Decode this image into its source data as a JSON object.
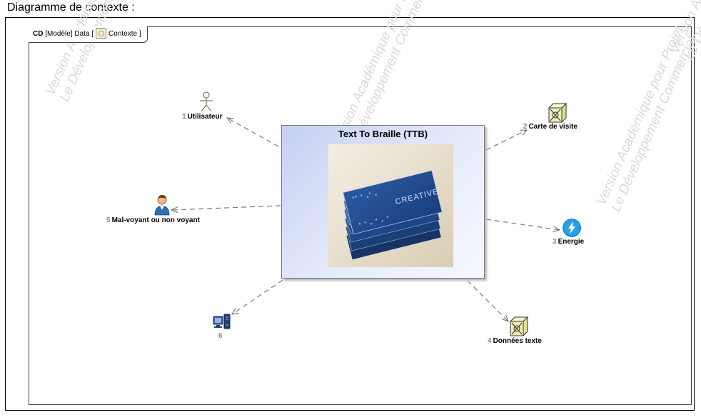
{
  "caption": "Diagramme de contexte :",
  "frame": {
    "kind": "CD",
    "model": "[Modèle] Data [",
    "name": "Contexte",
    "close": "]"
  },
  "watermarks": [
    "Version Académique pour Projet\nLe Développement Commercial",
    "Version Académique pour Projet\nLe Développement Commercial",
    "Version Académique pour Projet\nLe Développement Commercial",
    "Version Académique pour Projet\nLe Développement Commercial"
  ],
  "system": {
    "title": "Text To Braille (TTB)",
    "photo_text": "CREATIVE"
  },
  "actors": [
    {
      "num": "1",
      "name": "Utilisateur",
      "icon": "stick-figure-icon"
    },
    {
      "num": "2",
      "name": "Carte de visite",
      "icon": "block-cube-icon"
    },
    {
      "num": "3",
      "name": "Energie",
      "icon": "energy-bolt-icon"
    },
    {
      "num": "4",
      "name": "Données texte",
      "icon": "block-cube-icon"
    },
    {
      "num": "5",
      "name": "Mal-voyant ou non voyant",
      "icon": "person-icon"
    },
    {
      "num": "6",
      "name": "",
      "icon": "computer-icon"
    }
  ],
  "colors": {
    "energy": "#1e8fd6",
    "cube_fill": "#f0efb8",
    "block_gradient_start": "#c4d0f2",
    "link": "#7a7a7a"
  }
}
